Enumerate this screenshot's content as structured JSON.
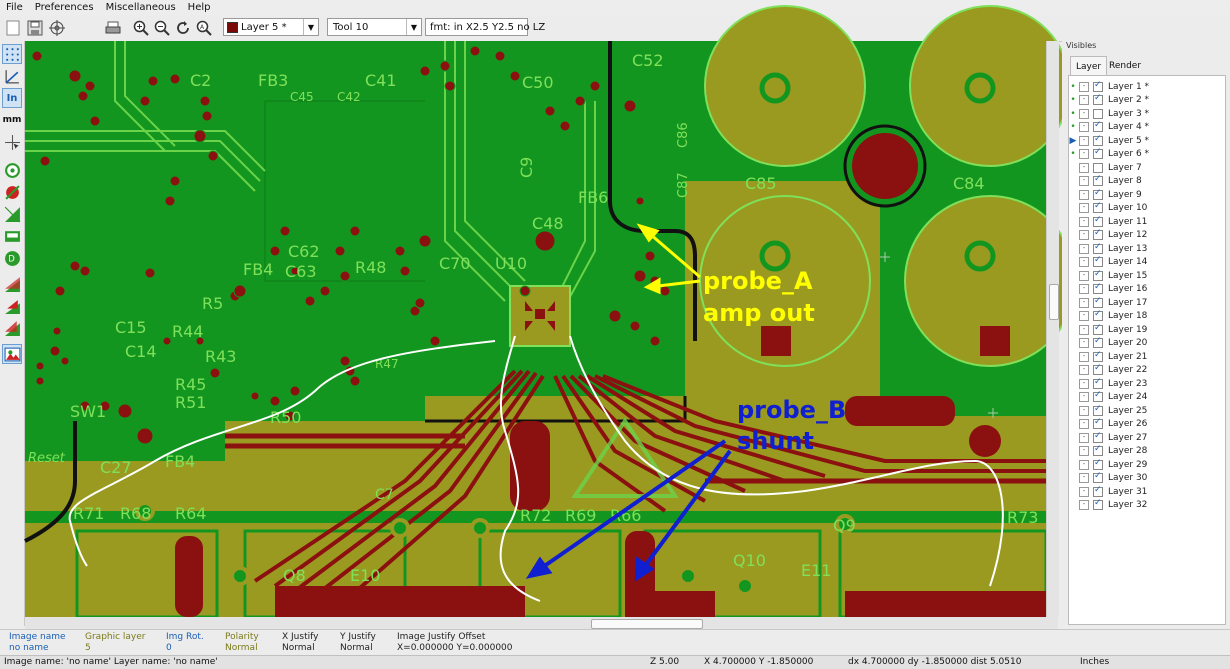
{
  "menu": [
    "File",
    "Preferences",
    "Miscellaneous",
    "Help"
  ],
  "toolbar": {
    "layer_select": "Layer 5 *",
    "layer_color": "#7a0a0a",
    "tool_select": "Tool 10",
    "format_field": "fmt: in X2.5 Y2.5 no LZ"
  },
  "left_tools": {
    "units_in": "In",
    "units_mm": "mm"
  },
  "panel": {
    "title": "Visibles",
    "tabs": [
      "Layer",
      "Render"
    ],
    "layers": [
      {
        "name": "Layer 1 *",
        "checked": true,
        "dot": true
      },
      {
        "name": "Layer 2 *",
        "checked": true,
        "dot": true
      },
      {
        "name": "Layer 3 *",
        "checked": false,
        "dot": true
      },
      {
        "name": "Layer 4 *",
        "checked": true,
        "dot": true
      },
      {
        "name": "Layer 5 *",
        "checked": true,
        "dot": true,
        "current": true
      },
      {
        "name": "Layer 6 *",
        "checked": true,
        "dot": true
      },
      {
        "name": "Layer 7",
        "checked": false,
        "dot": false
      },
      {
        "name": "Layer 8",
        "checked": true,
        "dot": false
      },
      {
        "name": "Layer 9",
        "checked": true,
        "dot": false
      },
      {
        "name": "Layer 10",
        "checked": true,
        "dot": false
      },
      {
        "name": "Layer 11",
        "checked": true,
        "dot": false
      },
      {
        "name": "Layer 12",
        "checked": true,
        "dot": false
      },
      {
        "name": "Layer 13",
        "checked": true,
        "dot": false
      },
      {
        "name": "Layer 14",
        "checked": true,
        "dot": false
      },
      {
        "name": "Layer 15",
        "checked": true,
        "dot": false
      },
      {
        "name": "Layer 16",
        "checked": true,
        "dot": false
      },
      {
        "name": "Layer 17",
        "checked": true,
        "dot": false
      },
      {
        "name": "Layer 18",
        "checked": true,
        "dot": false
      },
      {
        "name": "Layer 19",
        "checked": true,
        "dot": false
      },
      {
        "name": "Layer 20",
        "checked": true,
        "dot": false
      },
      {
        "name": "Layer 21",
        "checked": true,
        "dot": false
      },
      {
        "name": "Layer 22",
        "checked": true,
        "dot": false
      },
      {
        "name": "Layer 23",
        "checked": true,
        "dot": false
      },
      {
        "name": "Layer 24",
        "checked": true,
        "dot": false
      },
      {
        "name": "Layer 25",
        "checked": true,
        "dot": false
      },
      {
        "name": "Layer 26",
        "checked": true,
        "dot": false
      },
      {
        "name": "Layer 27",
        "checked": true,
        "dot": false
      },
      {
        "name": "Layer 28",
        "checked": true,
        "dot": false
      },
      {
        "name": "Layer 29",
        "checked": true,
        "dot": false
      },
      {
        "name": "Layer 30",
        "checked": true,
        "dot": false
      },
      {
        "name": "Layer 31",
        "checked": true,
        "dot": false
      },
      {
        "name": "Layer 32",
        "checked": true,
        "dot": false
      }
    ]
  },
  "canvas": {
    "annotations": {
      "probe_a_line1": "probe_A",
      "probe_a_line2": "amp out",
      "probe_b_line1": "probe_B",
      "probe_b_line2": "shunt"
    },
    "silkscreen": [
      "C2",
      "FB3",
      "C41",
      "C45",
      "C42",
      "C50",
      "C52",
      "C86",
      "C87",
      "C85",
      "C84",
      "FB6",
      "C9",
      "C48",
      "U10",
      "C70",
      "C62",
      "C63",
      "FB4",
      "R48",
      "R5",
      "R44",
      "C15",
      "C14",
      "R43",
      "R45",
      "R51",
      "R50",
      "R47",
      "SW1",
      "FB4",
      "C27",
      "R71",
      "R68",
      "R64",
      "R72",
      "R69",
      "R66",
      "Q8",
      "E10",
      "Q9",
      "E11",
      "Q10",
      "R73",
      "C7",
      "Reset"
    ]
  },
  "status": {
    "image_name_label": "Image name",
    "image_name_value": "no name",
    "graphic_layer_label": "Graphic layer",
    "graphic_layer_value": "5",
    "img_rot_label": "Img Rot.",
    "img_rot_value": "0",
    "polarity_label": "Polarity",
    "polarity_value": "Normal",
    "x_justify_label": "X Justify",
    "x_justify_value": "Normal",
    "y_justify_label": "Y Justify",
    "y_justify_value": "Normal",
    "offset_label": "Image Justify Offset",
    "offset_value": "X=0.000000 Y=0.000000"
  },
  "statusbar": {
    "message": "Image name: 'no name'  Layer name: 'no name'",
    "zoom": "Z 5.00",
    "coords": "X 4.700000  Y -1.850000",
    "delta": "dx 4.700000  dy -1.850000  dist 5.0510",
    "units": "Inches"
  },
  "colors": {
    "pcb_green": "#13961f",
    "pcb_olive": "#9a9a20",
    "copper_red": "#8b1010",
    "silk_green": "#7fe05a",
    "probe_a_color": "#ffff00",
    "probe_b_color": "#1020d0"
  }
}
